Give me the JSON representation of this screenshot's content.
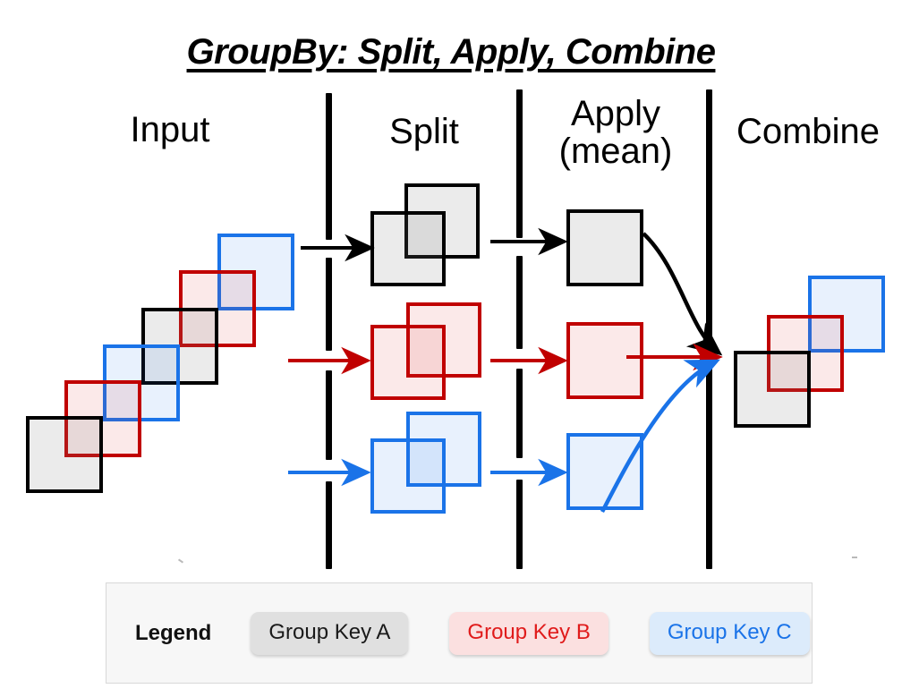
{
  "title": "GroupBy: Split, Apply, Combine",
  "stages": [
    {
      "key": "input",
      "label": "Input"
    },
    {
      "key": "split",
      "label": "Split"
    },
    {
      "key": "apply",
      "label": "Apply\n(mean)"
    },
    {
      "key": "combine",
      "label": "Combine"
    }
  ],
  "legend": {
    "label": "Legend",
    "chips": [
      {
        "key": "a",
        "label": "Group Key A",
        "color": "#1A1A1A",
        "background": "#E0E0E0"
      },
      {
        "key": "b",
        "label": "Group Key B",
        "color": "#E01B1B",
        "background": "#FBE0E0"
      },
      {
        "key": "c",
        "label": "Group Key C",
        "color": "#1A73E8",
        "background": "#DCEBFB"
      }
    ]
  },
  "colors": {
    "group_a_stroke": "#000000",
    "group_a_fill": "#E6E6E6",
    "group_b_stroke": "#C00000",
    "group_b_fill": "#FBE6E6",
    "group_c_stroke": "#1A73E8",
    "group_c_fill": "#E3EEFC",
    "divider": "#000000",
    "background": "#FFFFFF"
  },
  "groups": [
    {
      "key": "a",
      "name": "Group Key A",
      "row": "top",
      "members": 2
    },
    {
      "key": "b",
      "name": "Group Key B",
      "row": "middle",
      "members": 2
    },
    {
      "key": "c",
      "name": "Group Key C",
      "row": "bottom",
      "members": 2
    }
  ],
  "input_squares": [
    {
      "key": "a",
      "index": 0
    },
    {
      "key": "b",
      "index": 1
    },
    {
      "key": "c",
      "index": 2
    },
    {
      "key": "a",
      "index": 3
    },
    {
      "key": "b",
      "index": 4
    },
    {
      "key": "c",
      "index": 5
    }
  ],
  "combine_squares": [
    {
      "key": "a",
      "index": 0
    },
    {
      "key": "b",
      "index": 1
    },
    {
      "key": "c",
      "index": 2
    }
  ],
  "arrow_rows": [
    {
      "key": "a",
      "label": "split-arrow-group-a"
    },
    {
      "key": "b",
      "label": "split-arrow-group-b"
    },
    {
      "key": "c",
      "label": "split-arrow-group-c"
    }
  ]
}
